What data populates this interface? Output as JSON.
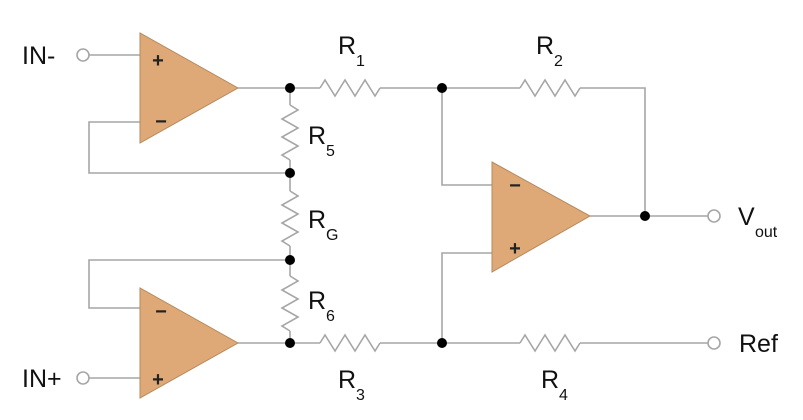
{
  "diagram": {
    "labels": {
      "in_minus": "IN-",
      "in_plus": "IN+",
      "vout": "V",
      "vout_sub": "out",
      "ref": "Ref",
      "r1": "R",
      "r1_sub": "1",
      "r2": "R",
      "r2_sub": "2",
      "r3": "R",
      "r3_sub": "3",
      "r4": "R",
      "r4_sub": "4",
      "r5": "R",
      "r5_sub": "5",
      "rg": "R",
      "rg_sub": "G",
      "r6": "R",
      "r6_sub": "6"
    },
    "opamp_signs": {
      "top_plus": "+",
      "top_minus": "−",
      "bottom_minus": "−",
      "bottom_plus": "+",
      "right_minus": "−",
      "right_plus": "+"
    },
    "colors": {
      "opamp_fill": "#dea977",
      "wire": "#a6a6a6",
      "node": "#000000"
    }
  }
}
